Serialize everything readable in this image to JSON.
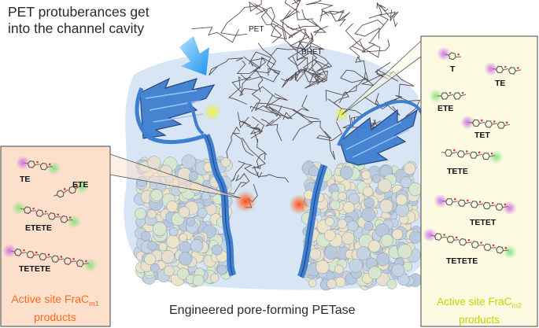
{
  "headline": [
    "PET protuberances get",
    "into the channel cavity"
  ],
  "footer_title": "Engineered pore-forming PETase",
  "left_caption": {
    "line1_prefix": "Active site FraC",
    "line1_sub": "m1",
    "line2": "products"
  },
  "right_caption": {
    "line1_prefix": "Active site FraC",
    "line1_sub": "m2",
    "line2": "products"
  },
  "structure_labels": {
    "pet": "PET",
    "bhet": "BHET"
  },
  "left_products": [
    "TE",
    "ETE",
    "ETETE",
    "TETETE"
  ],
  "right_products": [
    "T",
    "TE",
    "ETE",
    "TET",
    "TETE",
    "TETET",
    "TETETE"
  ],
  "colors": {
    "left_panel_bg": "#fde0cc",
    "right_panel_bg": "#fcfbe2",
    "protein_blue": "#3f7fd0",
    "pore_cream": "#ece4c8",
    "pore_lightblue": "#c5d4e4",
    "pore_green": "#d7e6cf",
    "glow_orange": "#ff5a1a",
    "glow_yellow": "#e6ee3a",
    "glow_purple": "#cc66e6",
    "glow_green": "#7fe07a",
    "arrow": "#34a8f2",
    "left_caption": "#ff6a1a",
    "right_caption": "#c9cf00"
  },
  "icons": [
    "pointer-arrow-icon",
    "molecule-icon"
  ]
}
